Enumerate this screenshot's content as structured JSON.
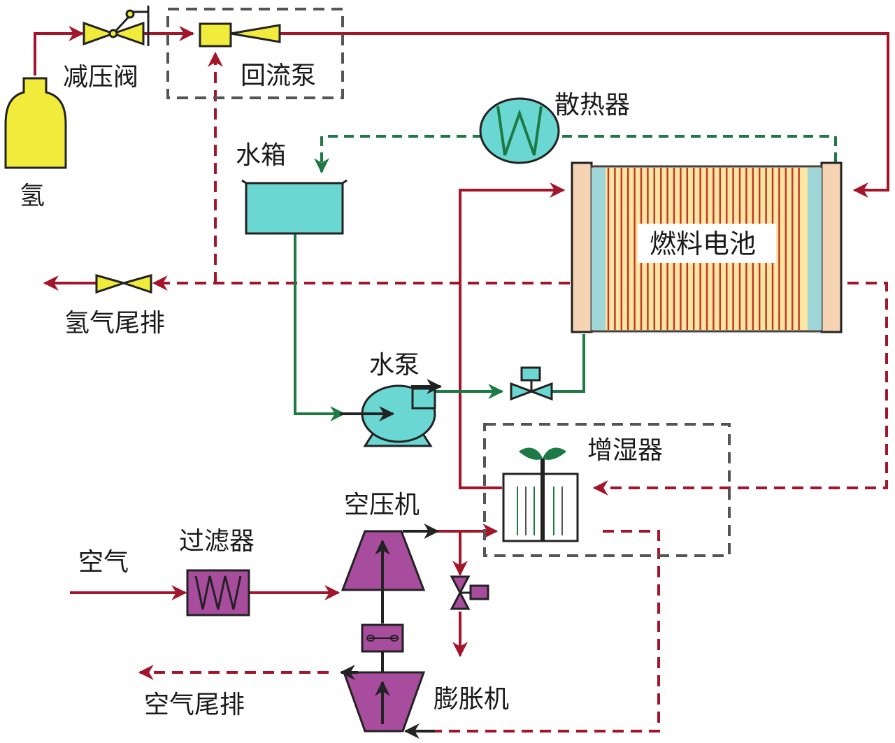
{
  "colors": {
    "hydrogen_line": "#a3152a",
    "water_line": "#1d7a45",
    "coolant_line": "#1d7a45",
    "equipment_yellow": "#f1ec3c",
    "equipment_cyan": "#6ad7d2",
    "equipment_magenta": "#a84d9e",
    "dashed_box": "#555555",
    "fuel_cell_end": "#f6d3b3",
    "fuel_cell_fin": "#fde6a2",
    "fuel_cell_stripe": "#c0392b"
  },
  "labels": {
    "hydrogen": "氢",
    "pressure_reducing_valve": "减压阀",
    "recirculation_pump": "回流泵",
    "radiator": "散热器",
    "water_tank": "水箱",
    "fuel_cell": "燃料电池",
    "hydrogen_exhaust": "氢气尾排",
    "water_pump": "水泵",
    "humidifier": "增湿器",
    "air_compressor": "空压机",
    "filter": "过滤器",
    "air": "空气",
    "air_exhaust": "空气尾排",
    "expander": "膨胀机"
  },
  "icons": [
    "hydrogen-tank-icon",
    "pressure-reducing-valve-icon",
    "recirculation-pump-icon",
    "radiator-icon",
    "water-tank-icon",
    "fuel-cell-stack-icon",
    "hydrogen-exhaust-valve-icon",
    "water-pump-icon",
    "solenoid-valve-icon",
    "humidifier-icon",
    "air-compressor-icon",
    "filter-icon",
    "bypass-valve-icon",
    "motor-shaft-icon",
    "expander-icon"
  ]
}
